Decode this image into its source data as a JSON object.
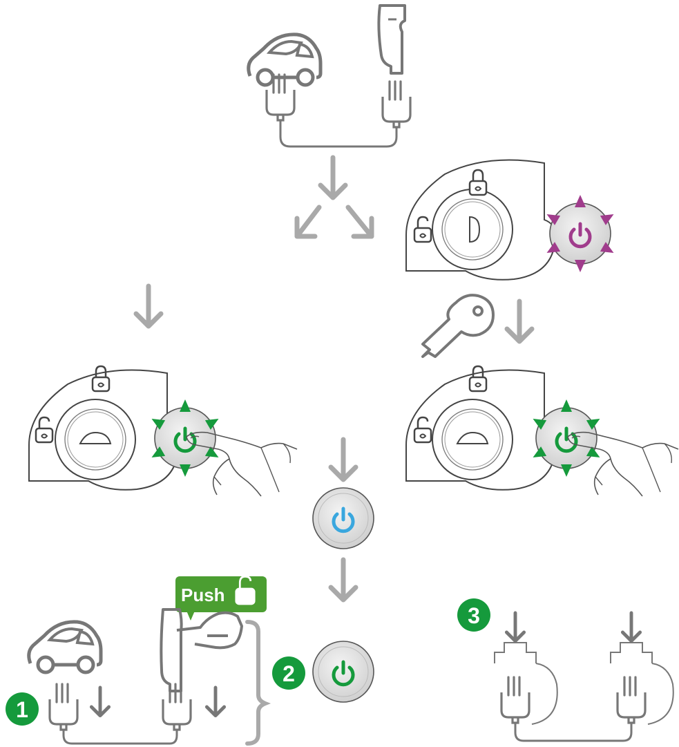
{
  "push_label": {
    "text": "Push"
  },
  "steps": {
    "one": "1",
    "two": "2",
    "three": "3"
  },
  "colors": {
    "line_gray": "#777777",
    "arrow_gray": "#a9a9a9",
    "green": "#159a3c",
    "label_green": "#4b9e31",
    "magenta": "#a03c8c",
    "blue": "#3aa7de",
    "button_face": "#e3e3e3"
  },
  "icons": [
    "car-icon",
    "charging-station-icon",
    "plug-icon",
    "down-arrow-icon",
    "split-arrow-icon",
    "lock-icon",
    "unlock-icon",
    "key-switch-icon",
    "key-icon",
    "power-button-icon",
    "pressing-finger-icon",
    "bracket-icon"
  ]
}
